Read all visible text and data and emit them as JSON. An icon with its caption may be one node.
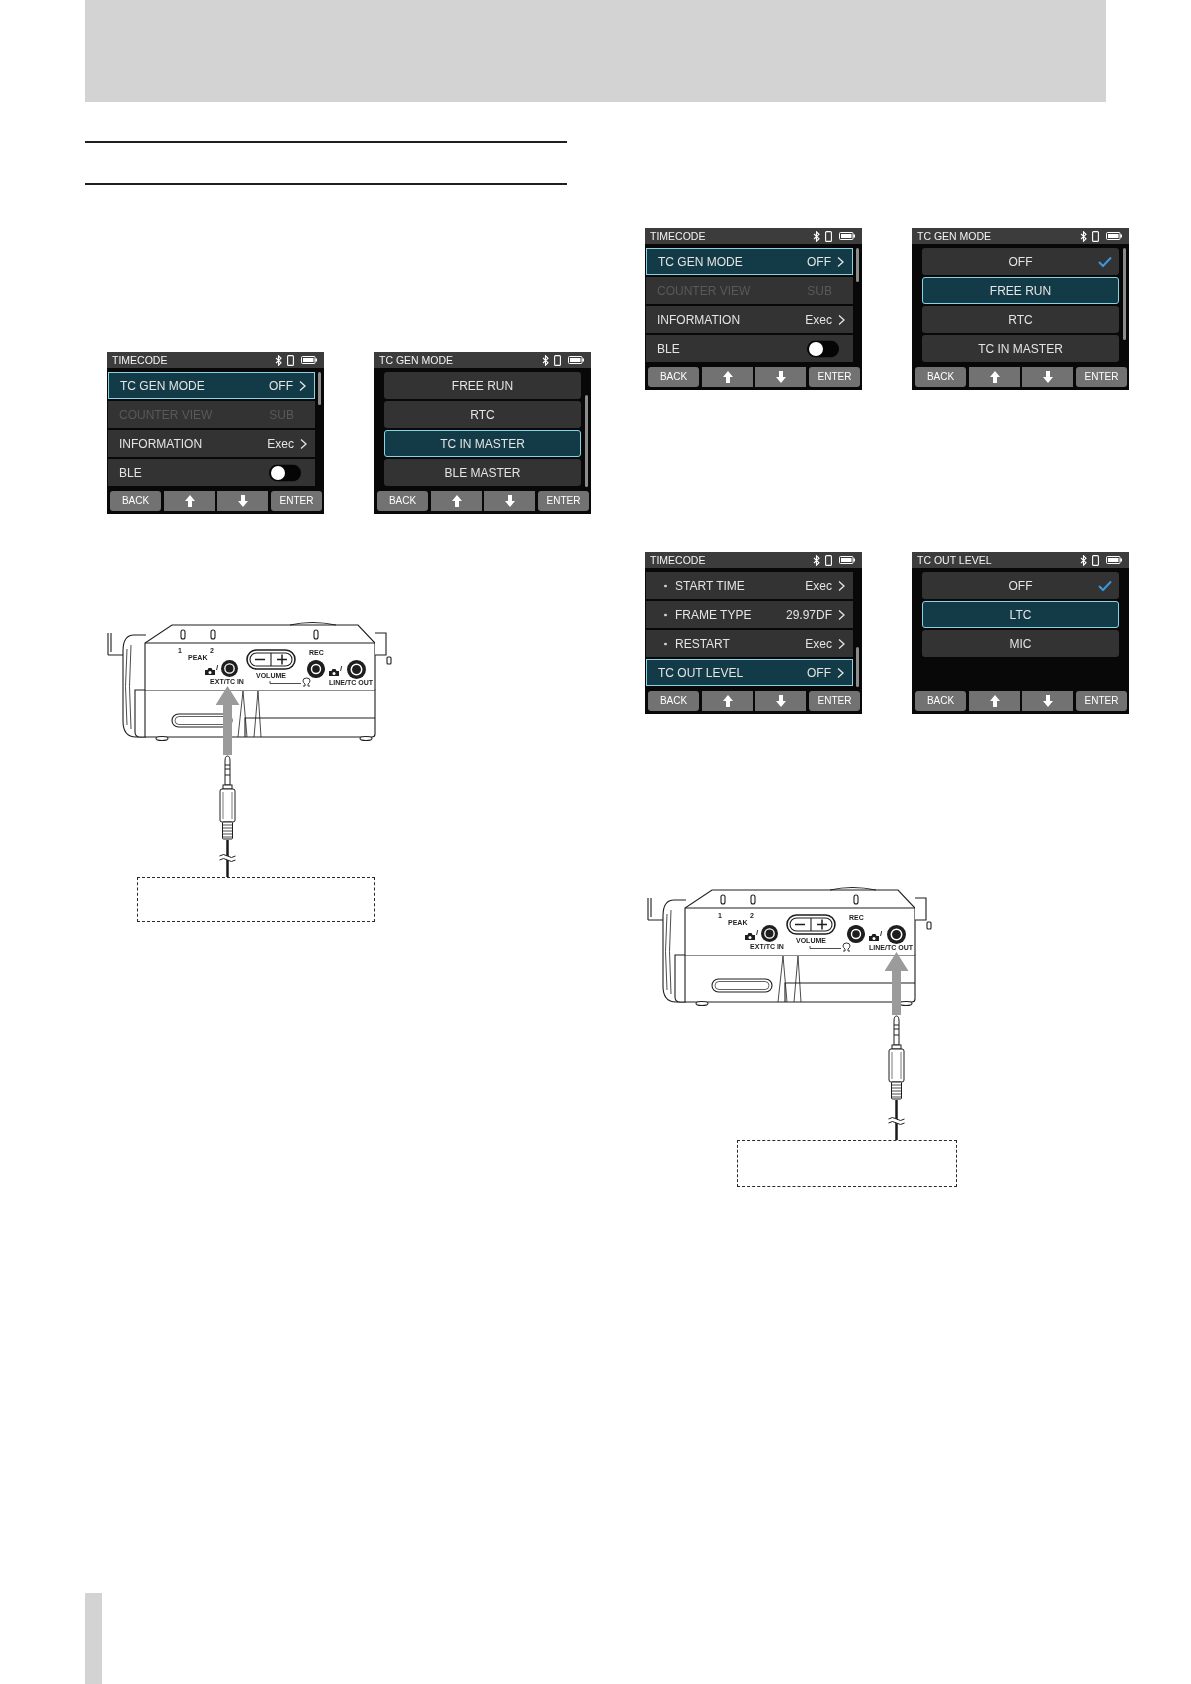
{
  "diagram": {
    "nodes": [
      {
        "text": [
          "TIMECODE"
        ]
      },
      {
        "text": [
          "TC GEN MODE",
          "OFF"
        ],
        "in": 0
      },
      {
        "text": [
          "COUNTER VIEW",
          "SUB"
        ],
        "in": 0
      },
      {
        "text": [
          "INFORMATION",
          "Exec"
        ],
        "in": 0
      },
      {
        "text": [
          "BLE"
        ],
        "in": 0
      },
      {
        "text": [
          "BACK"
        ],
        "in": 0
      },
      {
        "text": [],
        "shape": "box",
        "in": 0
      },
      {
        "text": [],
        "shape": "box",
        "in": 0
      },
      {
        "text": [
          "ENTER"
        ],
        "in": 0
      },
      {
        "text": [
          "TC GEN MODE"
        ]
      },
      {
        "text": [
          "FREE RUN"
        ],
        "in": 9
      },
      {
        "text": [
          "RTC"
        ],
        "in": 9
      },
      {
        "text": [
          "TC IN MASTER"
        ],
        "in": 9
      },
      {
        "text": [
          "BLE MASTER"
        ],
        "in": 9
      },
      {
        "text": [
          "BACK"
        ],
        "in": 9
      },
      {
        "text": [],
        "shape": "box",
        "in": 9
      },
      {
        "text": [],
        "shape": "box",
        "in": 9
      },
      {
        "text": [
          "ENTER"
        ],
        "in": 9
      },
      {
        "text": [],
        "shape": "picture"
      },
      {
        "text": [
          "/",
          "EXT/TC IN"
        ],
        "in": 18
      },
      {
        "text": [],
        "shape": "picture"
      },
      {
        "text": [],
        "shape": "box"
      },
      {
        "text": [
          "TIMECODE"
        ]
      },
      {
        "text": [
          "TC GEN MODE",
          "OFF"
        ],
        "in": 22
      },
      {
        "text": [
          "COUNTER VIEW",
          "SUB"
        ],
        "in": 22
      },
      {
        "text": [
          "INFORMATION",
          "Exec"
        ],
        "in": 22
      },
      {
        "text": [
          "BLE"
        ],
        "in": 22
      },
      {
        "text": [
          "BACK"
        ],
        "in": 22
      },
      {
        "text": [],
        "shape": "box",
        "in": 22
      },
      {
        "text": [],
        "shape": "box",
        "in": 22
      },
      {
        "text": [
          "ENTER"
        ],
        "in": 22
      },
      {
        "text": [
          "TC GEN MODE"
        ]
      },
      {
        "text": [
          "OFF"
        ],
        "in": 31
      },
      {
        "text": [
          "FREE RUN"
        ],
        "in": 31
      },
      {
        "text": [
          "RTC"
        ],
        "in": 31
      },
      {
        "text": [
          "TC IN MASTER"
        ],
        "in": 31
      },
      {
        "text": [
          "BACK"
        ],
        "in": 31
      },
      {
        "text": [],
        "shape": "box",
        "in": 31
      },
      {
        "text": [],
        "shape": "box",
        "in": 31
      },
      {
        "text": [
          "ENTER"
        ],
        "in": 31
      },
      {
        "text": [
          "TIMECODE"
        ]
      },
      {
        "text": [
          "START TIME",
          "Exec"
        ],
        "in": 40
      },
      {
        "text": [
          "FRAME TYPE",
          "29.97DF"
        ],
        "in": 40
      },
      {
        "text": [
          "RESTART",
          "Exec"
        ],
        "in": 40
      },
      {
        "text": [
          "TC OUT LEVEL",
          "OFF"
        ],
        "in": 40
      },
      {
        "text": [
          "BACK"
        ],
        "in": 40
      },
      {
        "text": [],
        "shape": "box",
        "in": 40
      },
      {
        "text": [],
        "shape": "box",
        "in": 40
      },
      {
        "text": [
          "ENTER"
        ],
        "in": 40
      },
      {
        "text": [
          "TC OUT LEVEL"
        ]
      },
      {
        "text": [
          "OFF"
        ],
        "in": 49
      },
      {
        "text": [
          "LTC"
        ],
        "in": 49
      },
      {
        "text": [
          "MIC"
        ],
        "in": 49
      },
      {
        "text": [
          "BACK"
        ],
        "in": 49
      },
      {
        "text": [],
        "shape": "box",
        "in": 49
      },
      {
        "text": [],
        "shape": "box",
        "in": 49
      },
      {
        "text": [
          "ENTER"
        ],
        "in": 49
      },
      {
        "text": [],
        "shape": "picture"
      },
      {
        "text": [
          "/",
          "LINE/TC OUT"
        ],
        "in": 57
      },
      {
        "text": [],
        "shape": "picture"
      },
      {
        "text": [],
        "shape": "box"
      }
    ],
    "edges": [
      {
        "from": 20,
        "to": 19,
        "arrow": "to",
        "style": "thick",
        "color": "#9b9b9b"
      },
      {
        "from": 21,
        "to": 20,
        "arrow": "none",
        "color": "#1a1a1a"
      },
      {
        "from": 59,
        "to": 58,
        "arrow": "to",
        "style": "thick",
        "color": "#9b9b9b"
      },
      {
        "from": 60,
        "to": 59,
        "arrow": "none",
        "color": "#1a1a1a"
      }
    ],
    "labels": [
      "1",
      "PEAK",
      "2",
      "VOLUME",
      "REC",
      "/",
      "LINE/TC OUT",
      "1",
      "PEAK",
      "2",
      "/",
      "EXT/TC IN",
      "VOLUME",
      "REC"
    ]
  }
}
